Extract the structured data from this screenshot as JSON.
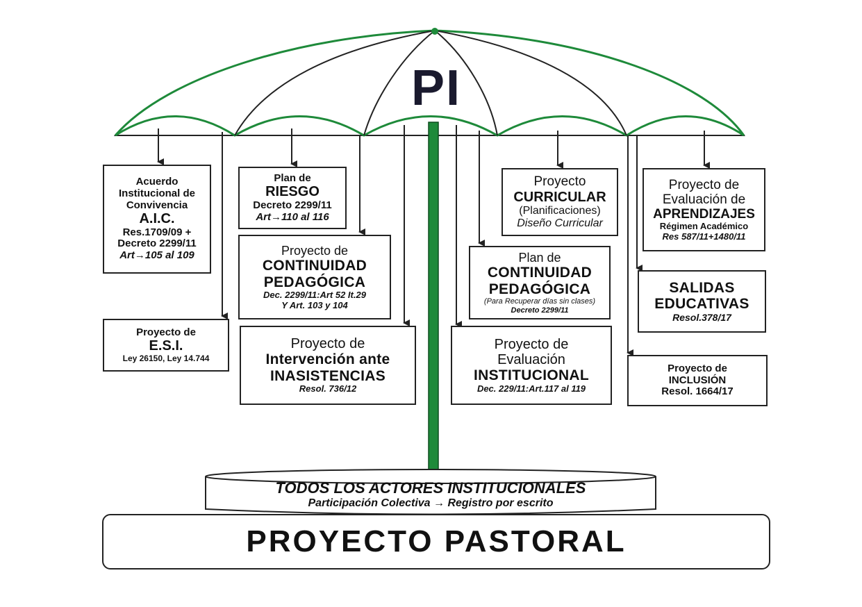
{
  "colors": {
    "accent": "#1e8a3a",
    "ink": "#111111",
    "background": "#ffffff"
  },
  "umbrella": {
    "top_label": "PI"
  },
  "boxes": {
    "aic": {
      "l1": "Acuerdo",
      "l2": "Institucional de",
      "l3": "Convivencia",
      "l4": "A.I.C.",
      "l5": "Res.1709/09 +",
      "l6": "Decreto 2299/11",
      "l7": "Art→105 al 109"
    },
    "esi": {
      "l1": "Proyecto de",
      "l2": "E.S.I.",
      "l3": "Ley 26150, Ley 14.744"
    },
    "riesgo": {
      "l1": "Plan de",
      "l2": "RIESGO",
      "l3": "Decreto 2299/11",
      "l4": "Art→110 al 116"
    },
    "continuidad1": {
      "l1": "Proyecto de",
      "l2": "CONTINUIDAD",
      "l3": "PEDAGÓGICA",
      "l4": "Dec. 2299/11:Art 52 It.29",
      "l5": "Y Art. 103 y 104"
    },
    "inasistencias": {
      "l1": "Proyecto de",
      "l2": "Intervención ante",
      "l3": "INASISTENCIAS",
      "l4": "Resol. 736/12"
    },
    "curricular": {
      "l1": "Proyecto",
      "l2": "CURRICULAR",
      "l3": "(Planificaciones)",
      "l4": "Diseño Curricular"
    },
    "continuidad2": {
      "l1": "Plan de",
      "l2": "CONTINUIDAD",
      "l3": "PEDAGÓGICA",
      "l4": "(Para Recuperar días sin clases)",
      "l5": "Decreto 2299/11"
    },
    "evaluacion_inst": {
      "l1": "Proyecto de",
      "l2": "Evaluación",
      "l3": "INSTITUCIONAL",
      "l4": "Dec. 229/11:Art.117 al 119"
    },
    "aprendizajes": {
      "l1": "Proyecto de",
      "l2": "Evaluación de",
      "l3": "APRENDIZAJES",
      "l4": "Régimen Académico",
      "l5": "Res 587/11+1480/11"
    },
    "salidas": {
      "l1": "SALIDAS",
      "l2": "EDUCATIVAS",
      "l3": "Resol.378/17"
    },
    "inclusion": {
      "l1": "Proyecto de",
      "l2": "INCLUSIÓN",
      "l3": "Resol. 1664/17"
    }
  },
  "base": {
    "title": "TODOS LOS ACTORES INSTITUCIONALES",
    "subtitle": "Participación Colectiva → Registro por escrito"
  },
  "footer": {
    "title": "PROYECTO PASTORAL"
  }
}
